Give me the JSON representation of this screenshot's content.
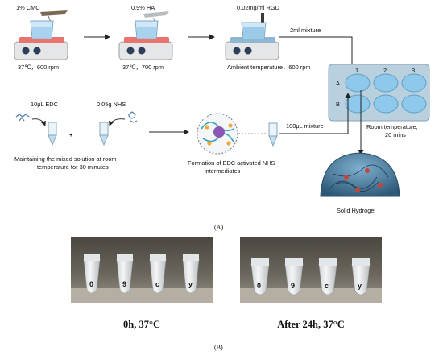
{
  "panel_a": {
    "label": "(A)",
    "step1": {
      "top": "1% CMC",
      "bottom": "37℃，600 rpm"
    },
    "step2": {
      "top": "0.9% HA",
      "bottom": "37℃，700 rpm"
    },
    "step3": {
      "top": "0.02mg/ml RGD",
      "bottom": "Ambient temperature，600 rpm"
    },
    "mixture_2ml": "2ml mixture",
    "plate": {
      "cols": [
        "1",
        "2",
        "3"
      ],
      "rows": [
        "A",
        "B"
      ]
    },
    "edc": "10μL EDC",
    "nhs": "0.05g NHS",
    "plus": "+",
    "maintain": [
      "Maintaining the mixed solution at room",
      "temperature for 30 minutes"
    ],
    "formation": [
      "Formation of EDC activated NHS",
      "intermediates"
    ],
    "mixture_100": "100μL mixture",
    "room_temp": [
      "Room temperature,",
      "20 mins"
    ],
    "hydrogel": "Solid Hydrogel",
    "colors": {
      "water": "#a8d3ee",
      "well": "#8ec8ea",
      "plate": "#b9d0df",
      "hydrogel": "#3f6f8f"
    }
  },
  "panel_b": {
    "label": "(B)",
    "photo_left_caption": "0h, 37°C",
    "photo_right_caption": "After 24h, 37°C",
    "tube_labels_left": [
      "0",
      "9",
      "c",
      "y"
    ],
    "tube_labels_right": [
      "0",
      "9",
      "c",
      "y"
    ]
  }
}
